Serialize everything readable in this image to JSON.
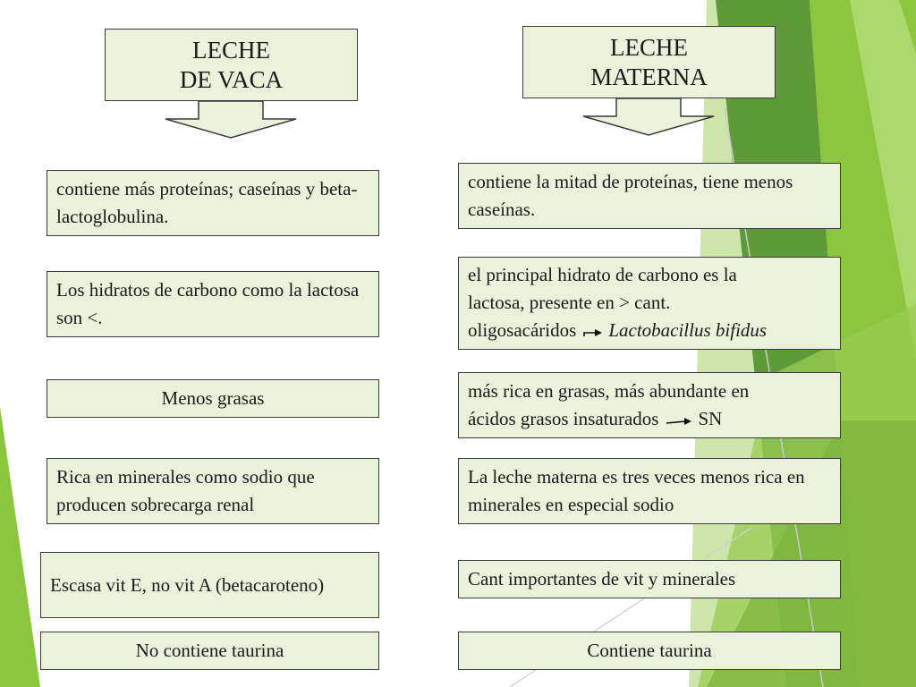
{
  "left_column": {
    "header": {
      "line1": "LECHE",
      "line2": "DE VACA"
    },
    "items": [
      "contiene más proteínas; caseínas y beta-lactoglobulina.",
      "Los hidratos de carbono como la lactosa son <.",
      "Menos grasas",
      "Rica en minerales como sodio que producen sobrecarga renal",
      "Escasa vit E, no vit A (betacaroteno)",
      "No contiene taurina"
    ]
  },
  "right_column": {
    "header": {
      "line1": "LECHE",
      "line2": "MATERNA"
    },
    "items": {
      "proteins": "contiene la mitad de proteínas, tiene menos caseínas.",
      "carbs_lines": [
        "el principal hidrato de carbono es la",
        "lactosa, presente en > cant."
      ],
      "carbs_prefix": "oligosacáridos",
      "carbs_result": "Lactobacillus bifidus",
      "fat_line1": "más rica en grasas, más abundante en",
      "fat_prefix": "ácidos grasos insaturados",
      "fat_result": "SN",
      "minerals": "La leche materna es tres veces menos rica en minerales en especial sodio",
      "vitamins": "Cant importantes de vit y minerales",
      "taurine": "Contiene taurina"
    }
  },
  "colors": {
    "box_fill": "#ebf2dc",
    "box_border": "#3a3a3a",
    "accent_green": "#8dc63f",
    "dark_green": "#5c9a2e"
  }
}
